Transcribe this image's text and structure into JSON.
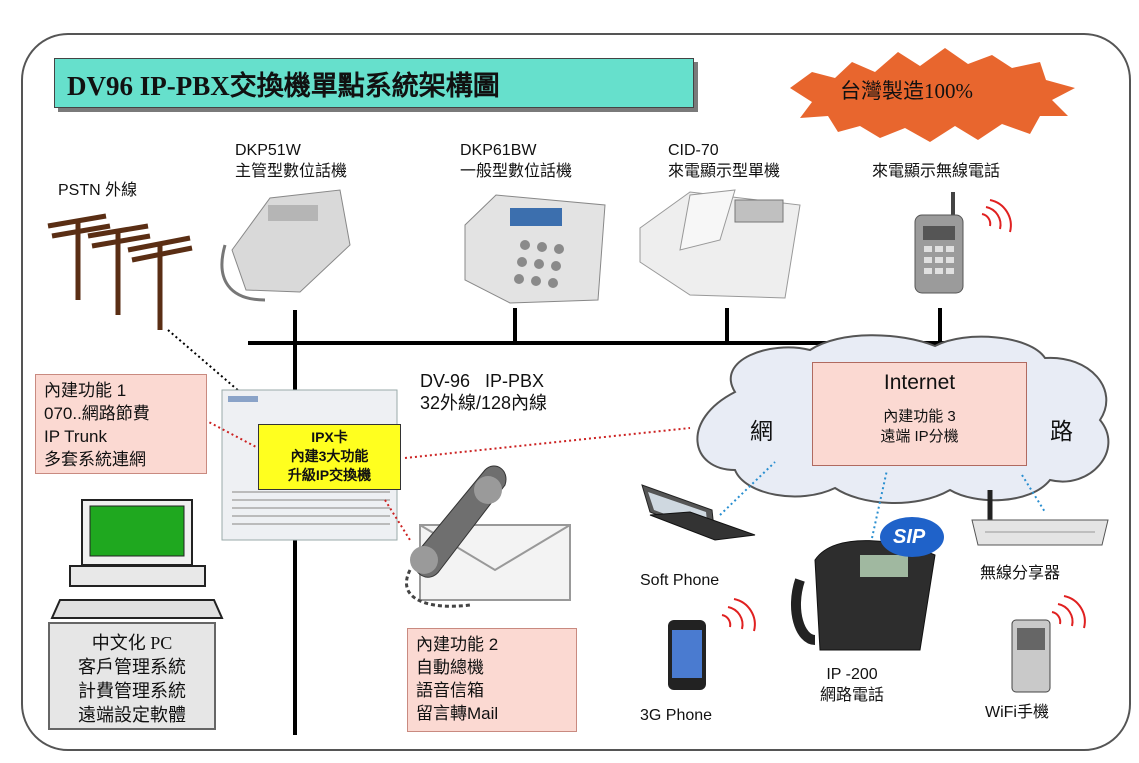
{
  "title": "DV96 IP-PBX交換機單點系統架構圖",
  "badge": "台灣製造100%",
  "pstn_label": "PSTN 外線",
  "phones": [
    {
      "model": "DKP51W",
      "desc": "主管型數位話機"
    },
    {
      "model": "DKP61BW",
      "desc": "一般型數位話機"
    },
    {
      "model": "CID-70",
      "desc": "來電顯示型單機"
    },
    {
      "model": "",
      "desc": "來電顯示無線電話"
    }
  ],
  "pbx": {
    "line1": "DV-96   IP-PBX",
    "line2": "32外線/128內線"
  },
  "feature1": [
    "內建功能 1",
    "070..網路節費",
    "IP Trunk",
    "多套系統連網"
  ],
  "ipx_card": [
    "IPX卡",
    "內建3大功能",
    "升級IP交換機"
  ],
  "feature2": [
    "內建功能 2",
    "自動總機",
    "語音信箱",
    "留言轉Mail"
  ],
  "pc_lines": [
    "中文化 PC",
    "客戶管理系統",
    "計費管理系統",
    "遠端設定軟體"
  ],
  "internet": {
    "title": "Internet",
    "left": "網",
    "right": "路",
    "sub": [
      "內建功能 3",
      "遠端 IP分機"
    ]
  },
  "devices": {
    "soft_phone": "Soft Phone",
    "phone_3g": "3G Phone",
    "ip200": [
      "IP -200",
      "網路電話"
    ],
    "sip": "SIP",
    "router": "無線分享器",
    "wifi": "WiFi手機"
  },
  "colors": {
    "title_bg": "#66e0cc",
    "badge": "#e8662e",
    "pink": "#fbd9d2",
    "ipx": "#ffff1f",
    "link": "#cc2222",
    "wifi_link": "#2a8fd0"
  }
}
